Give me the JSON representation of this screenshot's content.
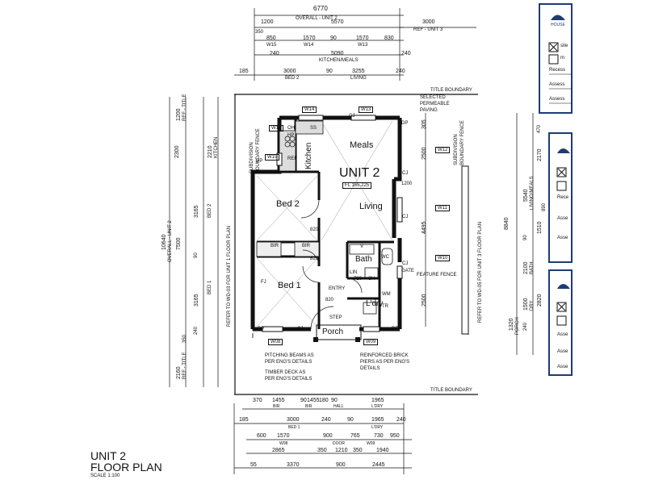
{
  "plan": {
    "title_line1": "UNIT 2",
    "title_line2": "FLOOR PLAN",
    "scale": "SCALE 1:100",
    "unit_label": "UNIT 2",
    "floor_level": "FL 165.225"
  },
  "rooms": {
    "meals": "Meals",
    "kitchen": "Kitchen",
    "bed2": "Bed 2",
    "bed1": "Bed 1",
    "living": "Living",
    "bath": "Bath",
    "ldry": "L'dry",
    "porch": "Porch",
    "entry": "ENTRY"
  },
  "fixtures": {
    "oh": "OH",
    "hp": "HP",
    "ss": "SS",
    "ref": "REF",
    "bir1": "BIR",
    "bir2": "BIR",
    "wc": "WC",
    "sh": "SH",
    "wm": "WM",
    "tr": "TR",
    "linen": "LIN",
    "v": "V",
    "step_top": "STEP",
    "step_porch": "STEP",
    "fj": "FJ",
    "dp1": "DP",
    "dp2": "DP",
    "dp3": "DP",
    "dp4": "DP",
    "cj1": "CJ",
    "cj2": "CJ",
    "cj3": "CJ",
    "cj4": "CJ",
    "cj5": "CJ",
    "door_820a": "820",
    "door_820b": "820",
    "door_820c": "820",
    "door_720": "720",
    "door_1200": "1200",
    "gate": "GATE"
  },
  "windows": {
    "w14": "W14",
    "w13": "W13",
    "w15": "W15",
    "w16": "W16",
    "w12": "W12",
    "w11": "W11",
    "w10": "W10",
    "w08": "W08",
    "w09": "W09"
  },
  "notes": {
    "title_boundary_top": "TITLE BOUNDARY",
    "title_boundary_bottom": "TITLE BOUNDARY",
    "selected_paving": "SELECTED\nPERMEABLE\nPAVING",
    "feature_fence": "FEATURE FENCE",
    "pitching_beams": "PITCHING BEAMS AS\nPER ENG'S DETAILS",
    "timber_deck": "TIMBER DECK AS\nPER ENG'S DETAILS",
    "reinforced_brick": "REINFORCED BRICK\nPIERS AS PER ENG'S\nDETAILS",
    "subdivision_fence_left": "SUBDIVISION\nBOUNDARY FENCE",
    "subdivision_fence_right": "SUBDIVISION\nBOUNDARY FENCE",
    "refer_left": "REFER TO WD-03 FOR UNIT 1 FLOOR PLAN",
    "refer_right": "REFER TO WD-05 FOR UNIT 3 FLOOR PLAN"
  },
  "dims_top": {
    "overall": "6770",
    "overall_label": "OVERALL - UNIT 2",
    "d1200": "1200",
    "d5570": "5570",
    "d3000": "3000",
    "ref_unit3": "REF - UNIT 3",
    "d350": "350",
    "d850": "850",
    "d1570a": "1570",
    "d90a": "90",
    "d1570b": "1570",
    "d830": "830",
    "w15": "W15",
    "w14": "W14",
    "w13": "W13",
    "d240a": "240",
    "d5090": "5090",
    "d240b": "240",
    "kitchen_meals": "KITCHEN/MEALS",
    "d185": "185",
    "d3000b": "3000",
    "d90b": "90",
    "d3255": "3255",
    "d240c": "240",
    "bed2": "BED 2",
    "living": "LIVING"
  },
  "dims_bottom": {
    "row1": [
      "370",
      "1455",
      "90",
      "1455",
      "180",
      "90",
      "1965"
    ],
    "row1_labels": [
      "BIR",
      "BIR",
      "HALL",
      "L'DRY"
    ],
    "row2": [
      "185",
      "3000",
      "240",
      "90",
      "1965",
      "240"
    ],
    "row2_labels": [
      "BED 1",
      "L'DRY"
    ],
    "row3": [
      "600",
      "1570",
      "900",
      "765",
      "730",
      "950"
    ],
    "row3_labels": [
      "W08",
      "DOOR",
      "W09"
    ],
    "row4": [
      "2865",
      "350",
      "1210",
      "350",
      "1940"
    ],
    "row5": [
      "55",
      "3370",
      "900",
      "2445"
    ]
  },
  "dims_left": {
    "d1200": "1200",
    "ref_title": "REF - TITLE",
    "d2300": "2300",
    "d2210": "2210",
    "kitchen": "KITCHEN",
    "d10640": "10640",
    "overall_unit2": "OVERALL - UNIT 2",
    "d7500": "7500",
    "d3165a": "3165",
    "bed2": "BED 2",
    "d3165b": "3165",
    "bed1": "BED 1",
    "d2160": "2160",
    "ref_title_b": "REF - TITLE",
    "d240": "240",
    "d90": "90",
    "d350": "350"
  },
  "dims_right": {
    "d305": "305",
    "d2500a": "2500",
    "d4495": "4495",
    "d2500b": "2500"
  },
  "dims_far_right": {
    "d8840": "8840",
    "d5540": "5540",
    "living_meals": "LIVING/MEALS",
    "d2170": "2170",
    "d470": "470",
    "d1510": "1510",
    "d890": "890",
    "d2100": "2100",
    "bath": "BATH",
    "d2820": "2820",
    "d1500": "1500",
    "dry": "DRY",
    "d1320": "1320",
    "porch": "PORCH",
    "d240": "240",
    "d90": "90"
  },
  "legend": {
    "recess1": "Recess",
    "assess1a": "Assess",
    "assess1b": "Assess",
    "recess2": "Rece",
    "assess2a": "Asse",
    "assess2b": "Asse",
    "assess3a": "Asse",
    "assess3b": "Asse",
    "assess3c": "Asse",
    "check_label1": "site",
    "check_label2": "m",
    "logo": "HOUSE"
  }
}
